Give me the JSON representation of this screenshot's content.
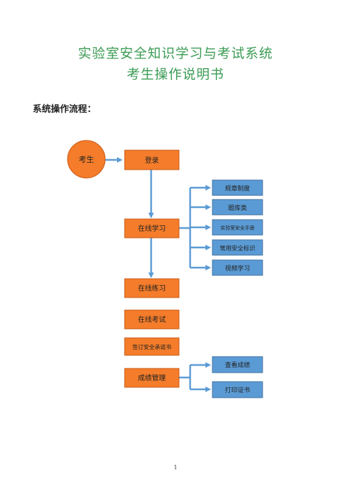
{
  "doc": {
    "title_line1": "实验室安全知识学习与考试系统",
    "title_line2": "考生操作说明书",
    "section_heading": "系统操作流程：",
    "page_number": "1"
  },
  "flow": {
    "start": "考生",
    "login": "登录",
    "online_study": "在线学习",
    "study_items": [
      "规章制度",
      "题库类",
      "实验室安全手册",
      "常用安全标识",
      "视频学习"
    ],
    "online_practice": "在线练习",
    "online_exam": "在线考试",
    "sign_pledge": "签订安全承诺书",
    "score_mgmt": "成绩管理",
    "score_items": [
      "查看成绩",
      "打印证书"
    ]
  },
  "colors": {
    "title": "#3b9b54",
    "orange_fill": "#f47c2a",
    "orange_stroke": "#c85a16",
    "blue_fill": "#5b9bd5",
    "blue_stroke": "#41729e",
    "arrow": "#5b9bd5"
  }
}
